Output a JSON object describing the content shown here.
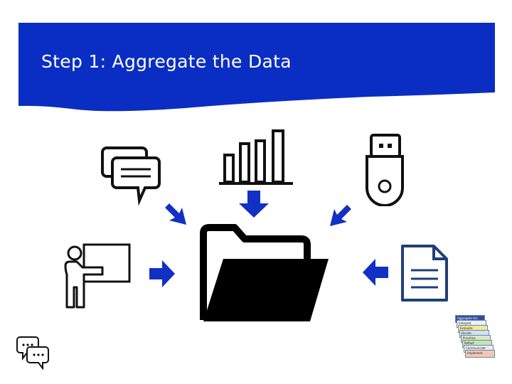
{
  "slide": {
    "title": "Step 1: Aggregate the Data"
  },
  "colors": {
    "banner": "#0a2ec3",
    "arrow": "#1230c4",
    "icon_outline": "#111111",
    "doc_outline": "#1f3f7a"
  },
  "icons": {
    "top_left": "chat-bubbles-icon",
    "top_center": "bar-chart-icon",
    "top_right": "usb-drive-icon",
    "left": "presenter-board-icon",
    "center": "open-folder-icon",
    "right": "document-icon",
    "bottom_left": "comment-icon",
    "bottom_right": "stacked-cards-thumbnail"
  },
  "thumbnail": {
    "cards": [
      "Aggregate the Data",
      "Interpret",
      "Evaluate",
      "Decide",
      "Prioritize",
      "Reflect",
      "Communicate",
      "Implement"
    ]
  }
}
